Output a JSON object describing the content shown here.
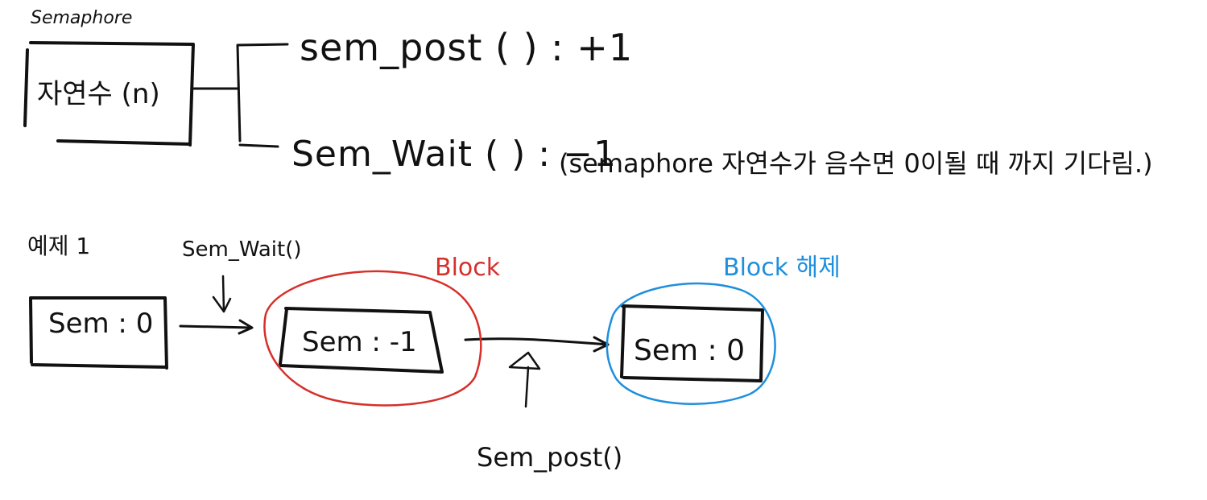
{
  "colors": {
    "ink": "#111111",
    "block_red": "#d6302b",
    "unblock_blue": "#1f8fdc",
    "background": "#ffffff"
  },
  "top": {
    "title": "Semaphore",
    "box_label": "자연수 (n)",
    "post_line": "sem_post ( ) : +1",
    "wait_line": "Sem_Wait ( ) : −1",
    "wait_note": "(semaphore 자연수가 음수면 0이될 때 까지 기다림.)"
  },
  "example": {
    "label": "예제 1",
    "state1": "Sem : 0",
    "wait_call": "Sem_Wait()",
    "state2": "Sem : -1",
    "block_label": "Block",
    "state3": "Sem : 0",
    "unblock_label": "Block 해제",
    "post_call": "Sem_post()"
  }
}
